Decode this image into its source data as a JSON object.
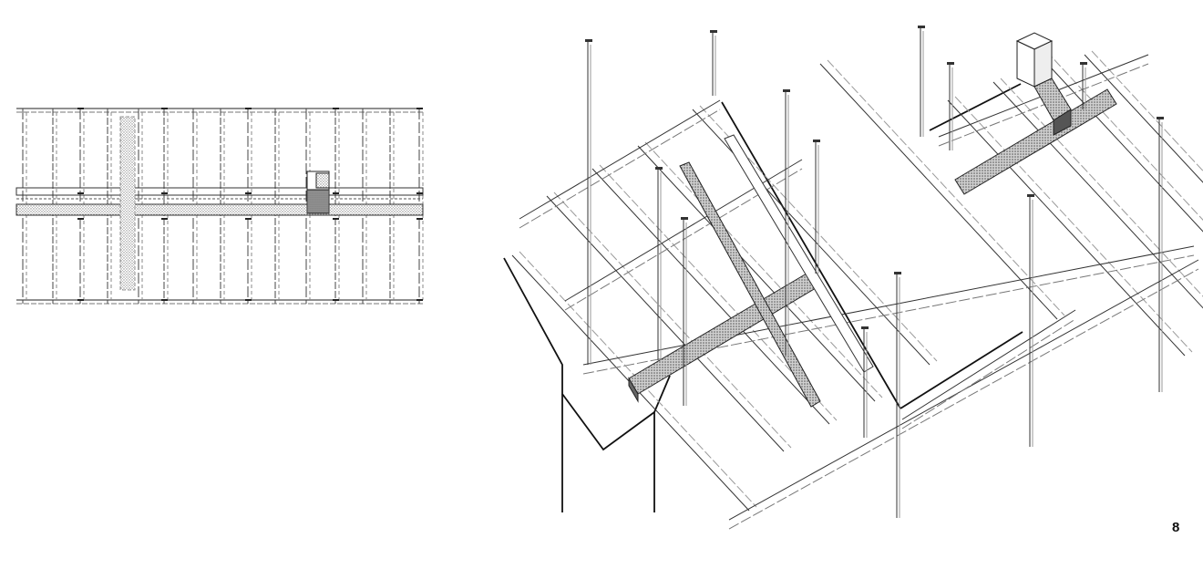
{
  "figure": {
    "page_number": "8",
    "views": [
      "plan-view",
      "axonometric-view"
    ],
    "colors": {
      "ink": "#1a1a1a",
      "light_ink": "#666666",
      "hatch": "#9a9a9a",
      "dark_hatch": "#555555"
    }
  }
}
